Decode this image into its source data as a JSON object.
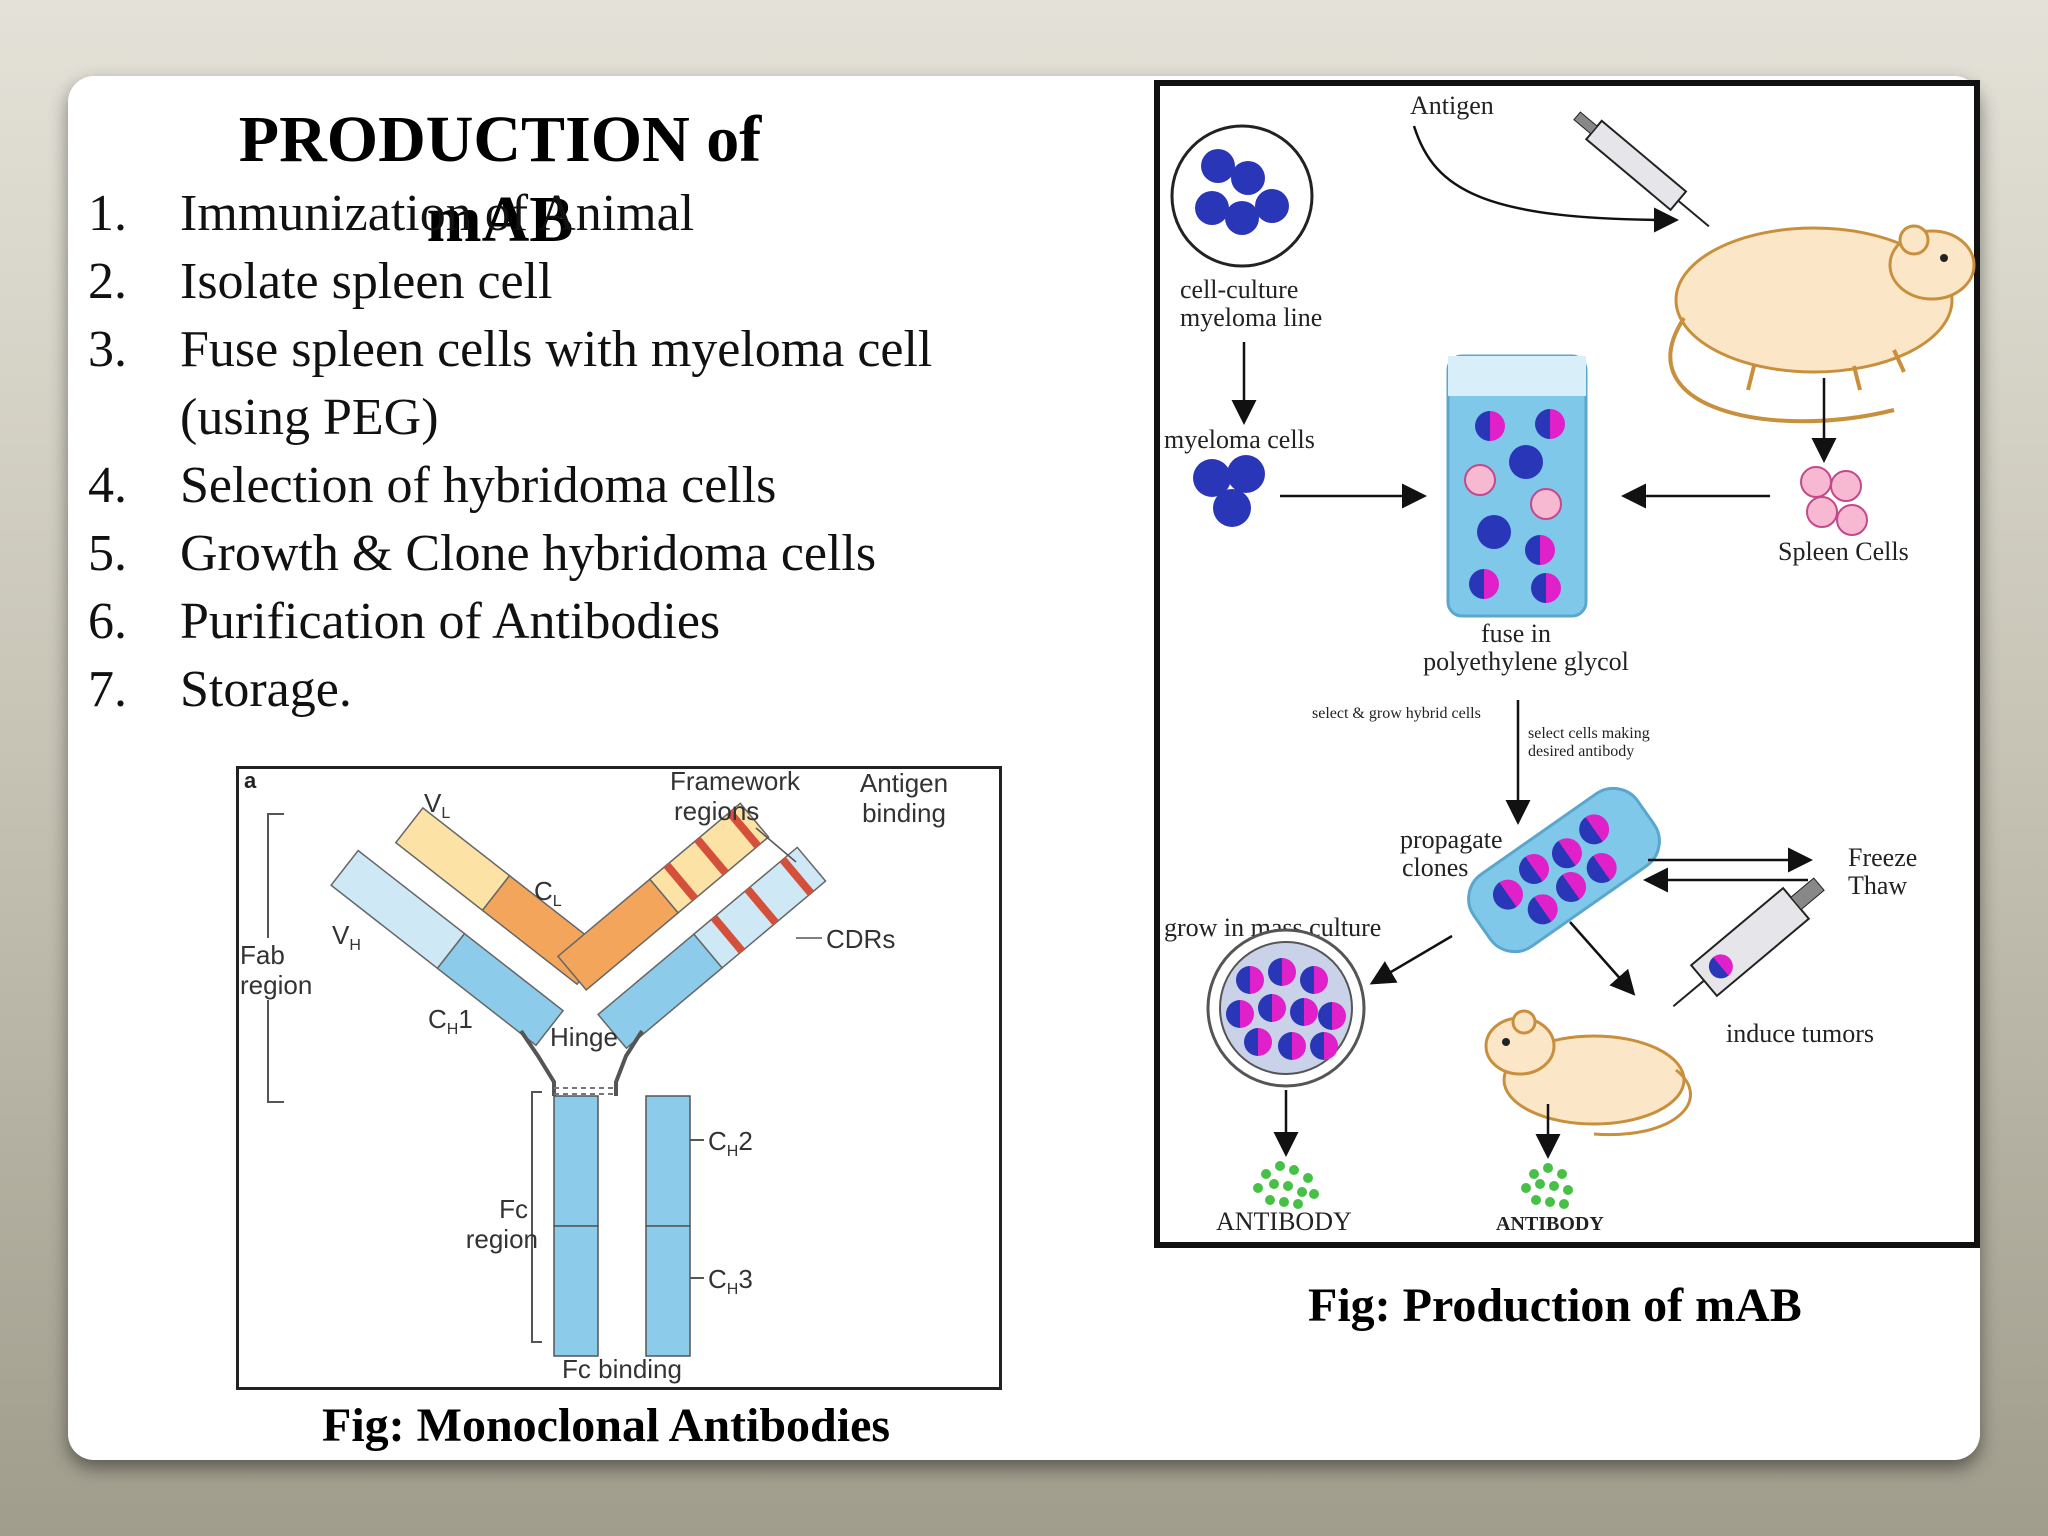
{
  "title": "PRODUCTION of mAB",
  "steps": [
    {
      "num": "1.",
      "text": "Immunization of Animal"
    },
    {
      "num": "2.",
      "text": "Isolate spleen cell"
    },
    {
      "num": "3.",
      "text": "Fuse spleen cells with myeloma cell"
    },
    {
      "num": "",
      "text": "(using PEG)"
    },
    {
      "num": "4.",
      "text": "Selection of hybridoma cells"
    },
    {
      "num": "5.",
      "text": "Growth & Clone hybridoma cells"
    },
    {
      "num": "6.",
      "text": "Purification of Antibodies"
    },
    {
      "num": "7.",
      "text": "Storage."
    }
  ],
  "antibody_figure": {
    "panel_letter": "a",
    "vl": "V",
    "vl_sub": "L",
    "cl": "C",
    "cl_sub": "L",
    "vh": "V",
    "vh_sub": "H",
    "ch1": "C",
    "ch1_sub": "H",
    "ch1_suffix": "1",
    "fab_region": [
      "Fab",
      "region"
    ],
    "hinge": "Hinge",
    "framework_regions": [
      "Framework",
      "regions"
    ],
    "antigen_binding": [
      "Antigen",
      "binding"
    ],
    "cdrs": "CDRs",
    "ch2": "C",
    "ch2_sub": "H",
    "ch2_suffix": "2",
    "ch3": "C",
    "ch3_sub": "H",
    "ch3_suffix": "3",
    "fc_region": [
      "Fc",
      "region"
    ],
    "fc_binding": "Fc binding",
    "caption": "Fig: Monoclonal Antibodies"
  },
  "production_figure": {
    "antigen": "Antigen",
    "cell_culture_line": [
      "cell-culture",
      "myeloma line"
    ],
    "myeloma_cells": "myeloma cells",
    "spleen_cells": "Spleen Cells",
    "fuse": [
      "fuse in",
      "polyethylene glycol"
    ],
    "select_grow": "select & grow hybrid cells",
    "select_desired": [
      "select cells making",
      "desired antibody"
    ],
    "propagate": [
      "propagate",
      "clones"
    ],
    "freeze": "Freeze",
    "thaw": "Thaw",
    "grow_mass": "grow in mass culture",
    "induce_tumors": "induce tumors",
    "antibody_left": "ANTIBODY",
    "antibody_right": "ANTIBODY",
    "caption": "Fig: Production of mAB"
  },
  "colors": {
    "light_chain_variable": "#fde2a6",
    "light_chain_constant": "#f4a55c",
    "heavy_chain": "#8ccbea",
    "myeloma_cell": "#2a36b8",
    "spleen_cell": "#f7b8d2",
    "hybrid_magenta": "#e020c8",
    "antibody_green": "#46c046",
    "mouse_body": "#fbe7c8"
  }
}
